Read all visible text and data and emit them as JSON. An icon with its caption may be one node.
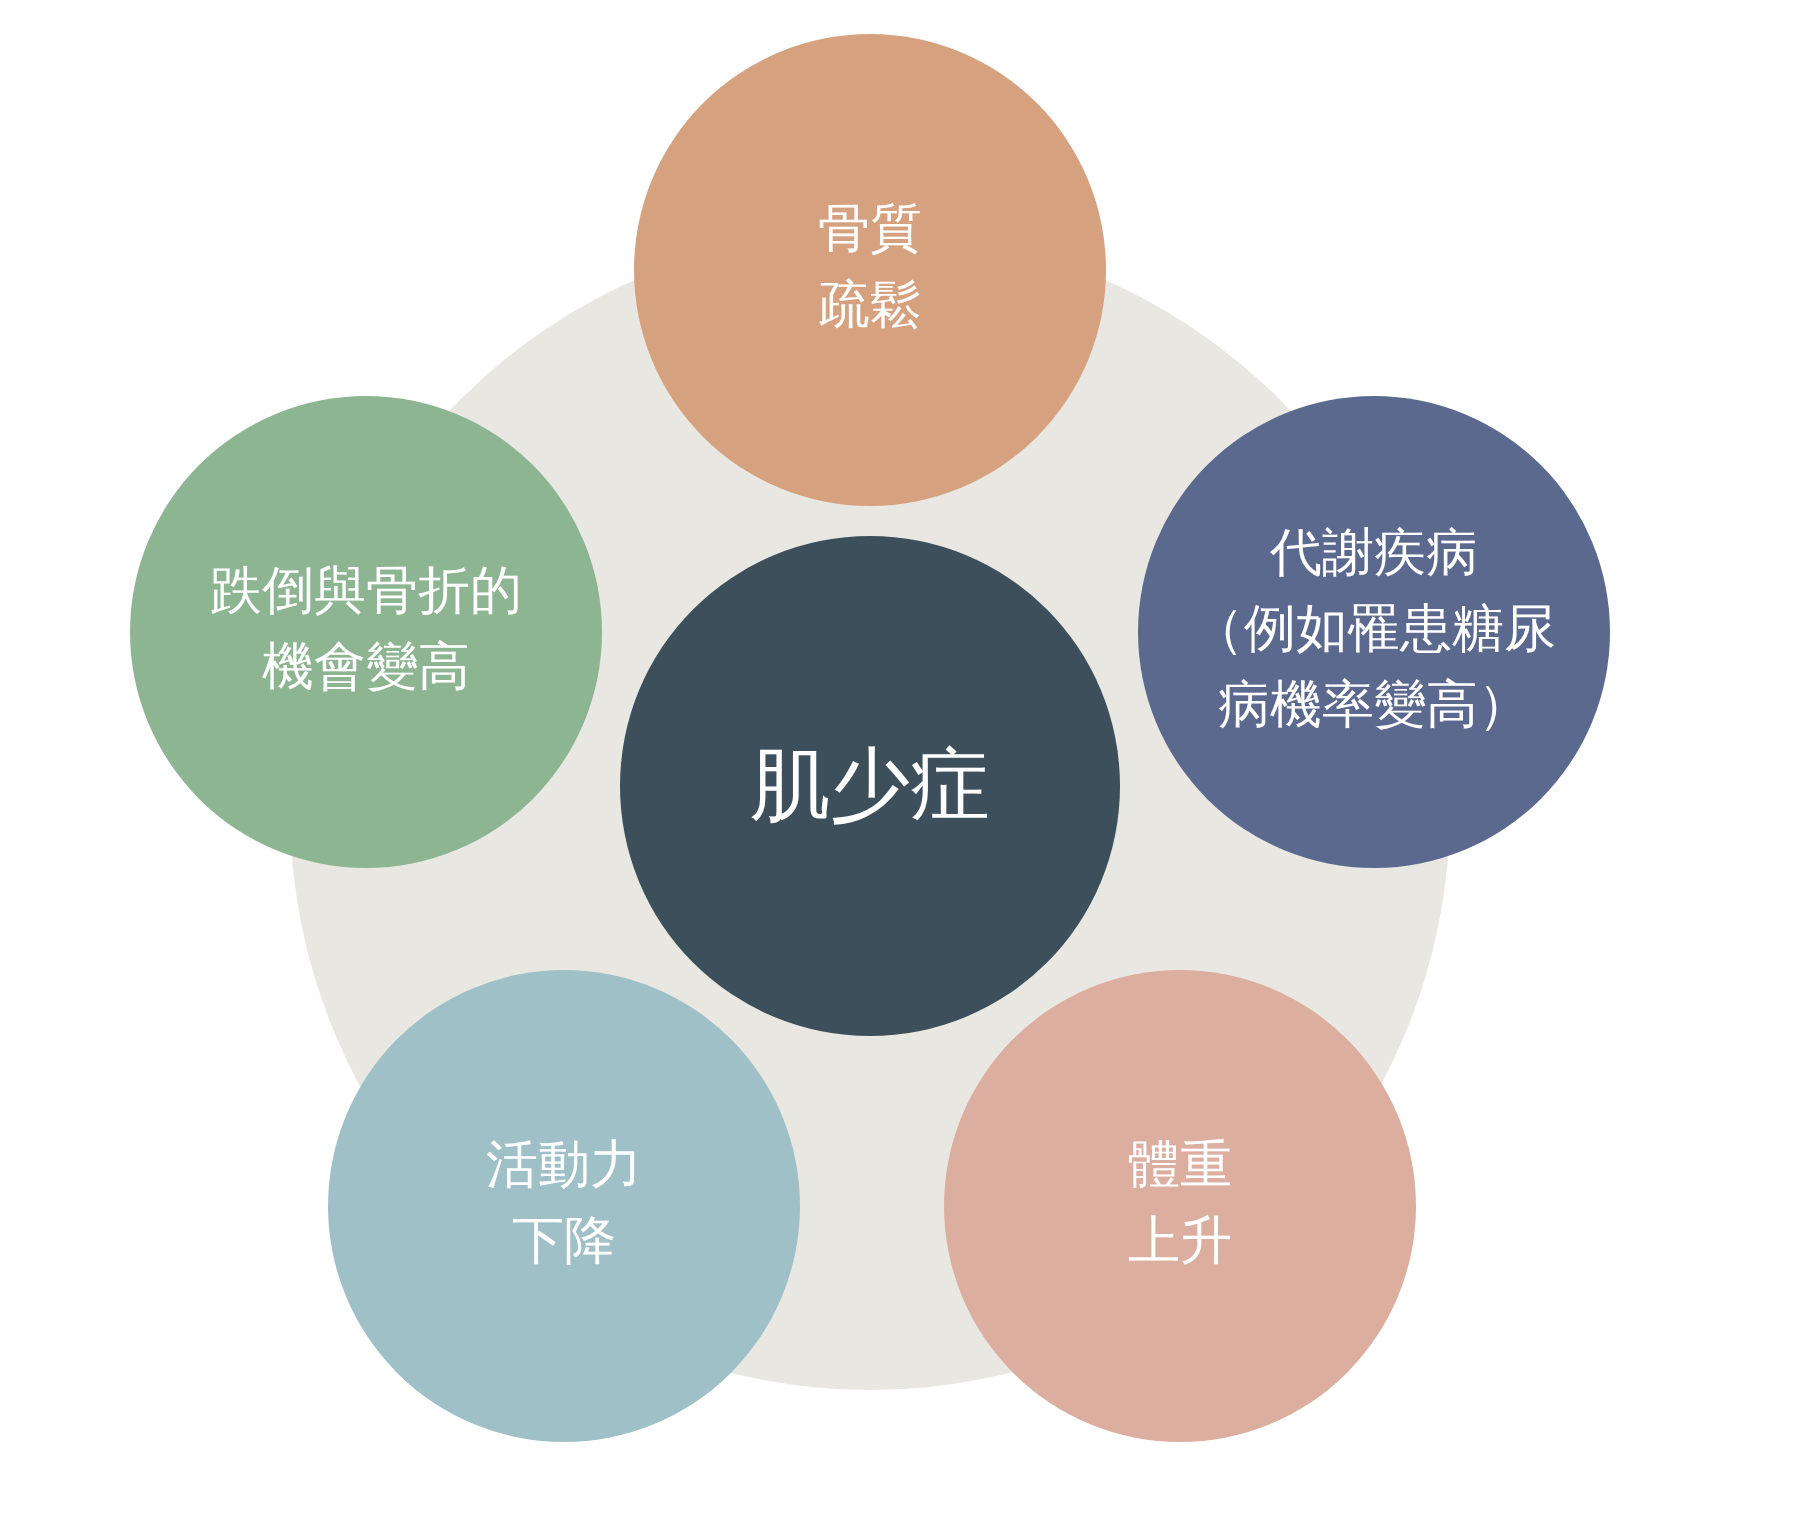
{
  "diagram": {
    "nodes": [
      {
        "text": [
          "骨質疏鬆"
        ]
      },
      {
        "text": [
          "跌倒與骨折的機會變高"
        ]
      },
      {
        "text": [
          "肌少症"
        ]
      },
      {
        "text": [
          "代謝疾病",
          "（例如罹患糖尿病機率變高）"
        ]
      },
      {
        "text": [
          "活動力下降"
        ]
      },
      {
        "text": [
          "體重上升"
        ]
      }
    ],
    "edges": []
  }
}
